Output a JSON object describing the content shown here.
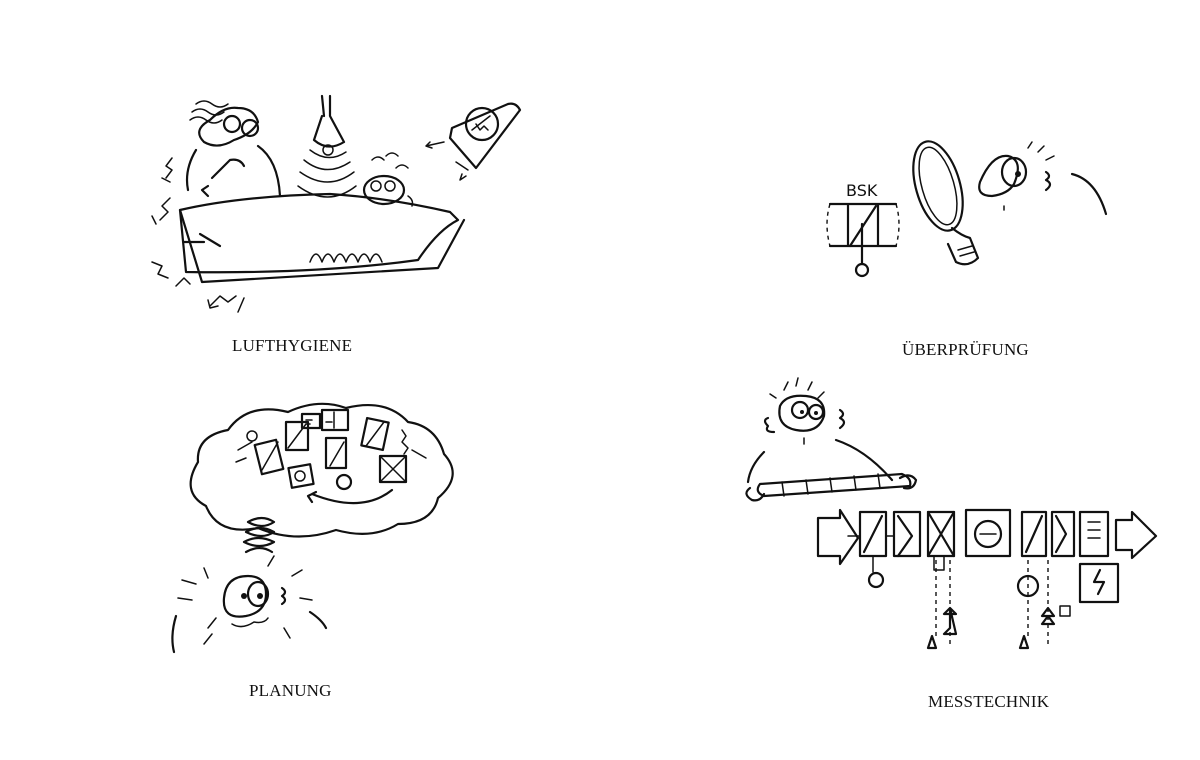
{
  "panels": {
    "lufthygiene": {
      "caption": "LUFTHYGIENE"
    },
    "ueberpruefung": {
      "caption": "ÜBERPRÜFUNG",
      "damper_label": "BSK"
    },
    "planung": {
      "caption": "PLANUNG"
    },
    "messtechnik": {
      "caption": "MESSTECHNIK"
    }
  }
}
